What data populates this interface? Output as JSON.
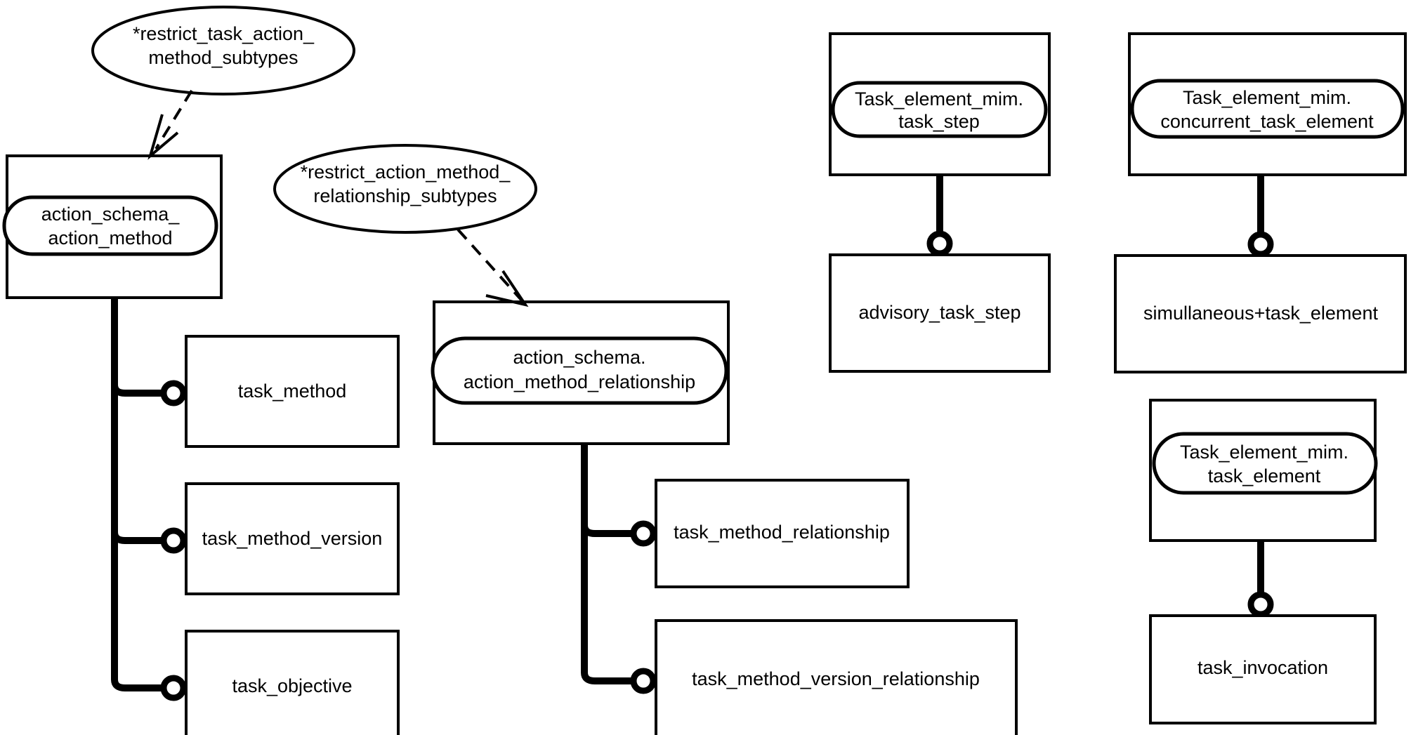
{
  "diagram": {
    "title": "EXPRESS-G subtype restriction diagram",
    "notation": "EXPRESS-G",
    "background_color": "#ffffff",
    "line_color": "#000000",
    "notes": [
      {
        "id": "note-restrict-task-action-method-subtypes",
        "line1": "*restrict_task_action_",
        "line2": "method_subtypes",
        "points_to": "action_schema_action_method"
      },
      {
        "id": "note-restrict-action-method-relationship-subtypes",
        "line1": "*restrict_action_method_",
        "line2": "relationship_subtypes",
        "points_to": "action_schema.action_method_relationship"
      }
    ],
    "groups": [
      {
        "id": "group-action-method",
        "supertype": {
          "line1": "action_schema_",
          "line2": "action_method"
        },
        "subtypes": [
          {
            "label": "task_method"
          },
          {
            "label": "task_method_version"
          },
          {
            "label": "task_objective"
          }
        ]
      },
      {
        "id": "group-action-method-relationship",
        "supertype": {
          "line1": "action_schema.",
          "line2": "action_method_relationship"
        },
        "subtypes": [
          {
            "label": "task_method_relationship"
          },
          {
            "label": "task_method_version_relationship"
          }
        ]
      },
      {
        "id": "group-task-step",
        "supertype": {
          "line1": "Task_element_mim.",
          "line2": "task_step"
        },
        "subtypes": [
          {
            "label": "advisory_task_step"
          }
        ]
      },
      {
        "id": "group-concurrent-task-element",
        "supertype": {
          "line1": "Task_element_mim.",
          "line2": "concurrent_task_element"
        },
        "subtypes": [
          {
            "label": "simullaneous+task_element"
          }
        ]
      },
      {
        "id": "group-task-element",
        "supertype": {
          "line1": "Task_element_mim.",
          "line2": "task_element"
        },
        "subtypes": [
          {
            "label": "task_invocation"
          }
        ]
      }
    ]
  }
}
